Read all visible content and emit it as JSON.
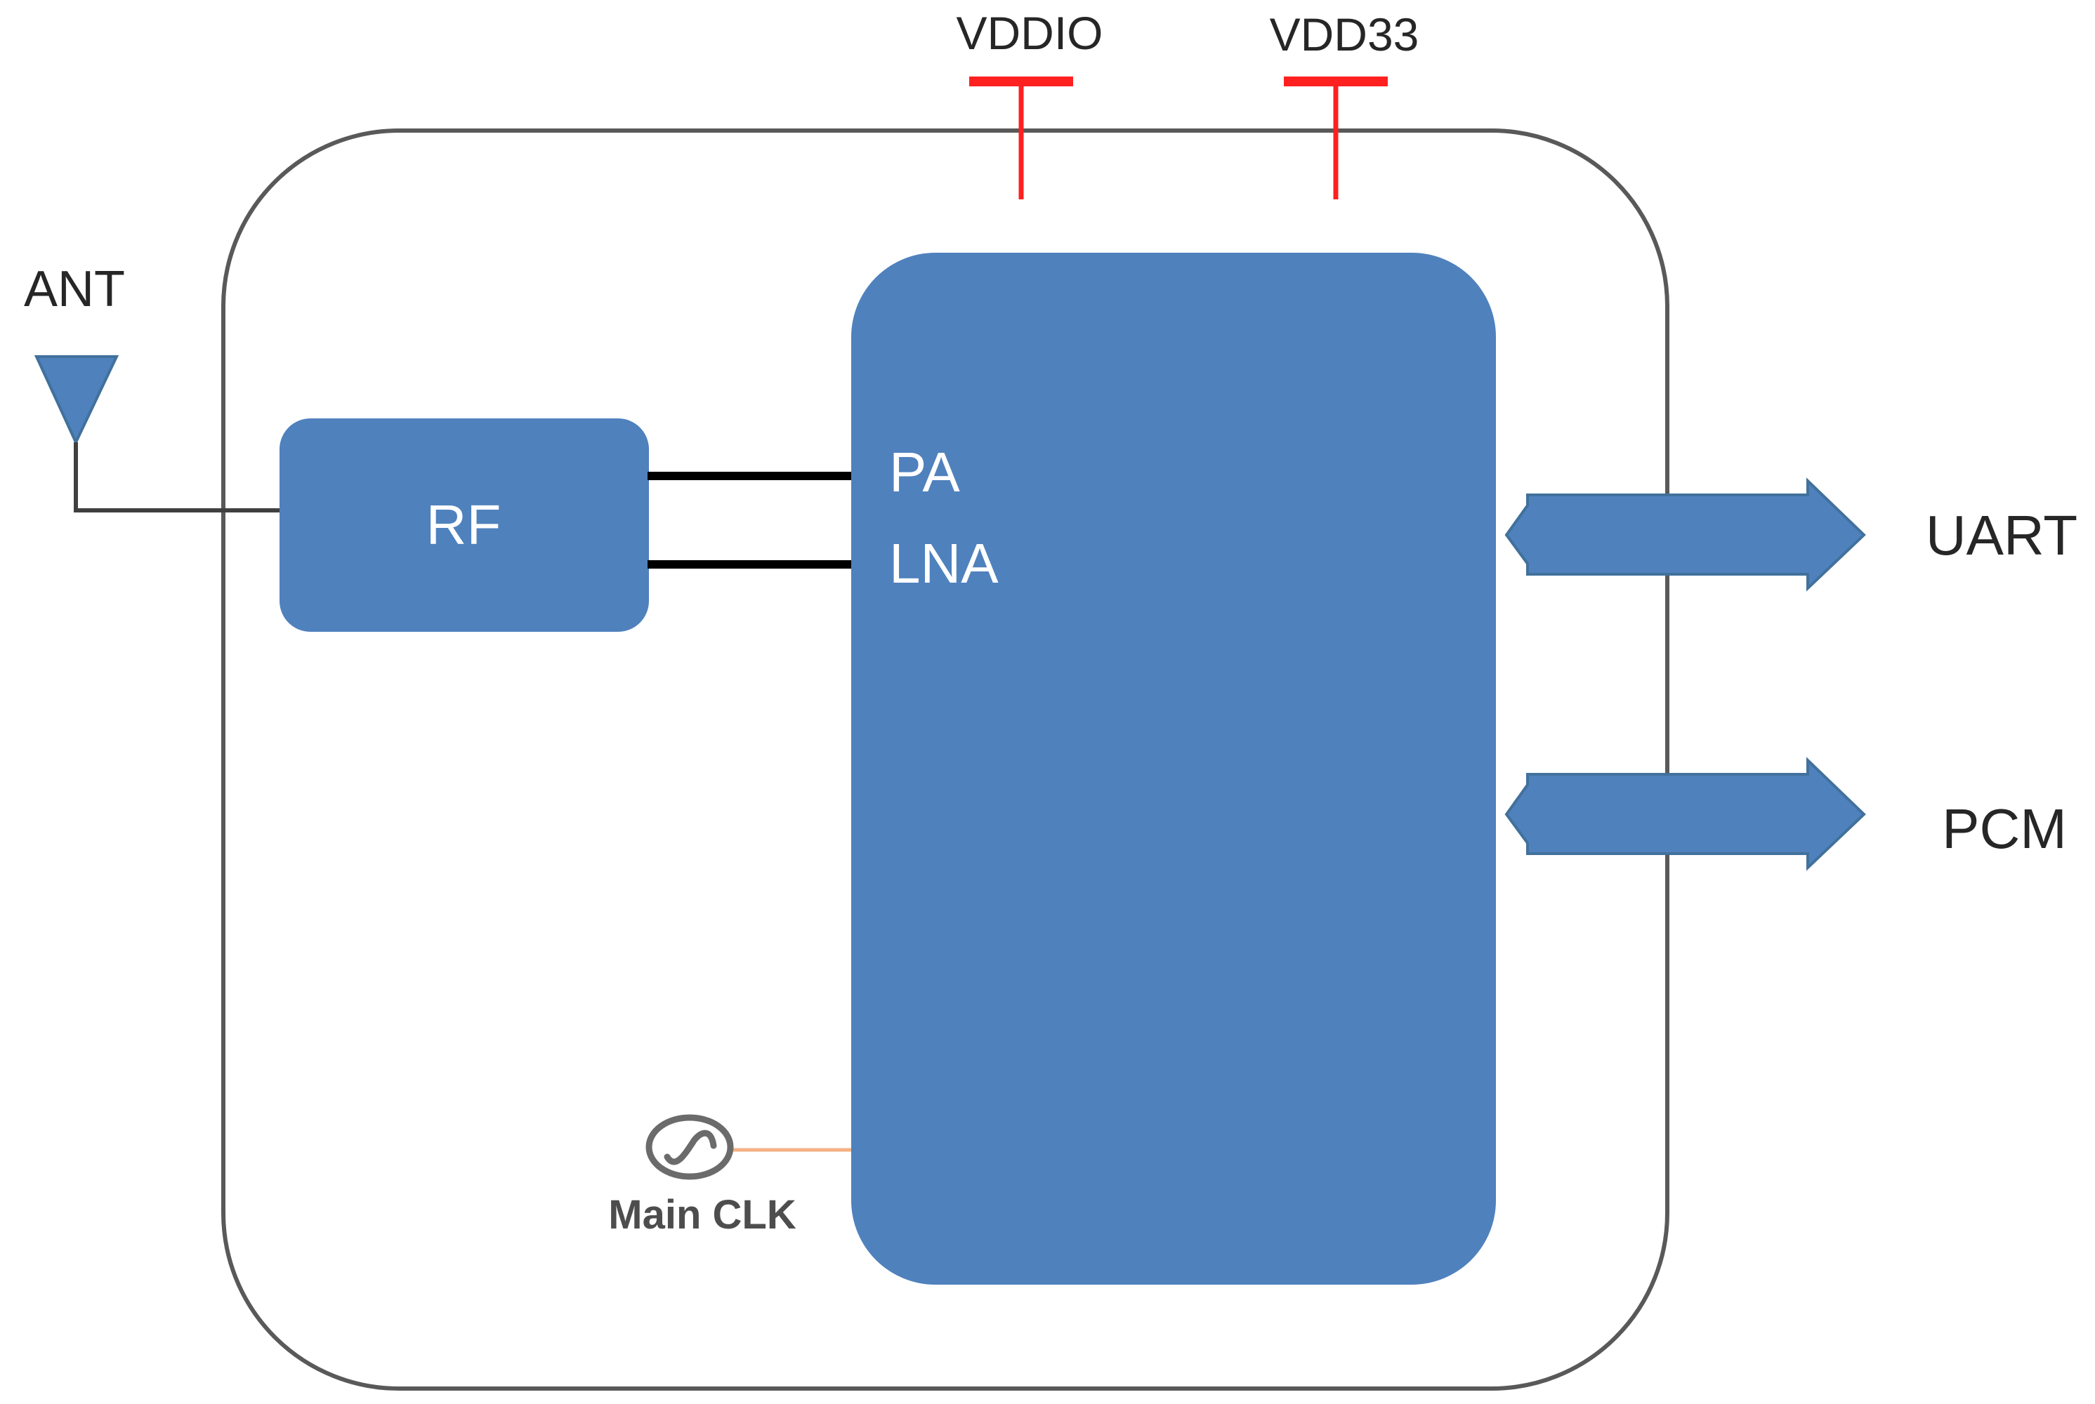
{
  "diagram": {
    "type": "block-diagram",
    "colors": {
      "block_fill": "#4F81BD",
      "block_stroke": "#41719C",
      "module_outline": "#595959",
      "power_pin": "#FF2020",
      "clock_line": "#F4B183",
      "signal_line": "#000000",
      "text_dark": "#262626",
      "text_light": "#FFFFFF"
    },
    "antenna": {
      "label": "ANT",
      "icon": "antenna-icon"
    },
    "power_pins": [
      {
        "label": "VDDIO",
        "icon": "power-pin-icon"
      },
      {
        "label": "VDD33",
        "icon": "power-pin-icon"
      }
    ],
    "rf_block": {
      "label": "RF"
    },
    "main_block": {
      "ports": [
        {
          "label": "PA"
        },
        {
          "label": "LNA"
        }
      ]
    },
    "interfaces": [
      {
        "label": "UART",
        "icon": "bidirectional-arrow-icon"
      },
      {
        "label": "PCM",
        "icon": "bidirectional-arrow-icon"
      }
    ],
    "clock": {
      "label": "Main CLK",
      "icon": "oscillator-icon"
    },
    "connections": [
      {
        "from": "ANT",
        "to": "RF"
      },
      {
        "from": "RF",
        "to": "PA"
      },
      {
        "from": "RF",
        "to": "LNA"
      },
      {
        "from": "Main CLK",
        "to": "main_block"
      },
      {
        "from": "VDDIO",
        "to": "module"
      },
      {
        "from": "VDD33",
        "to": "module"
      },
      {
        "from": "main_block",
        "to": "UART",
        "direction": "bidirectional"
      },
      {
        "from": "main_block",
        "to": "PCM",
        "direction": "bidirectional"
      }
    ]
  }
}
